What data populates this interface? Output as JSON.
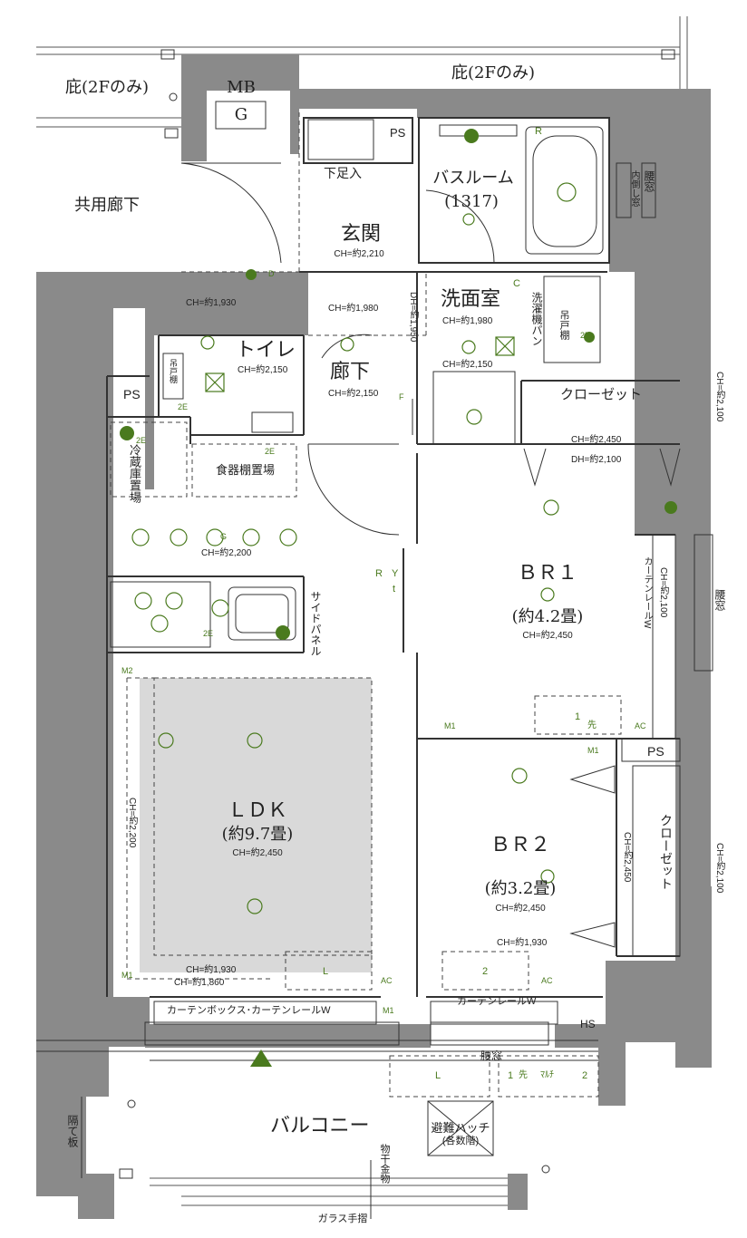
{
  "rooms": {
    "eave_left": "庇(2Fのみ)",
    "eave_top": "庇(2Fのみ)",
    "mb": "MB",
    "gas": "G",
    "ps_top": "PS",
    "shoes": "下足入",
    "corridor_common": "共用廊下",
    "entrance": "玄関",
    "entrance_ch": "CH=約2,210",
    "bath": "バスルーム",
    "bath_size": "(1317)",
    "inner_window": "内倒し窓",
    "waist_window_top": "腰窓",
    "ch_1930_top": "CH=約1,930",
    "ch_1980_hall": "CH=約1,980",
    "dh_1950": "DH=約1,950",
    "washroom": "洗面室",
    "washroom_ch": "CH=約1,980",
    "washroom_ch2": "CH=約2,150",
    "washer_pan": "洗濯機パン",
    "hanging_shelf": "吊戸棚",
    "toilet": "トイレ",
    "toilet_ch": "CH=約2,150",
    "toilet_shelf": "吊戸棚",
    "hallway": "廊下",
    "hallway_ch": "CH=約2,150",
    "ps_left": "PS",
    "closet_br1": "クローゼット",
    "br1_closet_ch": "CH=約2,450",
    "br1_closet_dh": "DH=約2,100",
    "ch_2100_right": "CH=約2,100",
    "fridge": "冷蔵庫置場",
    "dish_shelf": "食器棚置場",
    "kitchen_ch": "CH=約2,200",
    "br1": "ＢＲ１",
    "br1_size": "(約4.2畳)",
    "br1_ch": "CH=約2,450",
    "curtain_rail_v": "カーテンレールW",
    "ch_2100_br1": "CH=約2,100",
    "waist_window_br1": "腰窓",
    "side_panel": "サイドパネル",
    "ps_br2": "PS",
    "ldk": "ＬＤＫ",
    "ldk_size": "(約9.7畳)",
    "ldk_ch": "CH=約2,450",
    "ldk_ch_left": "CH=約2,200",
    "br2": "ＢＲ２",
    "br2_size": "(約3.2畳)",
    "br2_ch": "CH=約2,450",
    "closet_br2": "クローゼット",
    "br2_closet_ch": "CH=約2,450",
    "ch_2100_right2": "CH=約2,100",
    "ch_1930_ldk": "CH=約1,930",
    "ch_1860_ldk": "CH=約1,860",
    "ch_1930_br2": "CH=約1,930",
    "curtain_box": "カーテンボックス･カーテンレールW",
    "curtain_rail_br2": "カーテンレールW",
    "hs": "HS",
    "waist_window_bottom": "腰窓",
    "balcony": "バルコニー",
    "partition": "隔て板",
    "hatch": "避難ハッチ",
    "hatch_sub": "(各数階)",
    "laundry_hanger": "物干金物",
    "glass_rail": "ガラス手摺"
  },
  "markers": {
    "L": "L",
    "n1": "1",
    "n2": "2",
    "saki": "先",
    "multi": "ﾏﾙﾁ",
    "m1": "M1",
    "m2": "M2",
    "ac": "AC",
    "r": "R",
    "c": "C",
    "y": "Y",
    "t": "t",
    "g": "G",
    "e2": "2E",
    "f": "F",
    "d": "D"
  },
  "colors": {
    "wall": "#8a8a8a",
    "wall_dark": "#7a7a7a",
    "ldk_floor": "#d9d9d9",
    "line": "#333333",
    "equipment": "#4a7a1e"
  }
}
